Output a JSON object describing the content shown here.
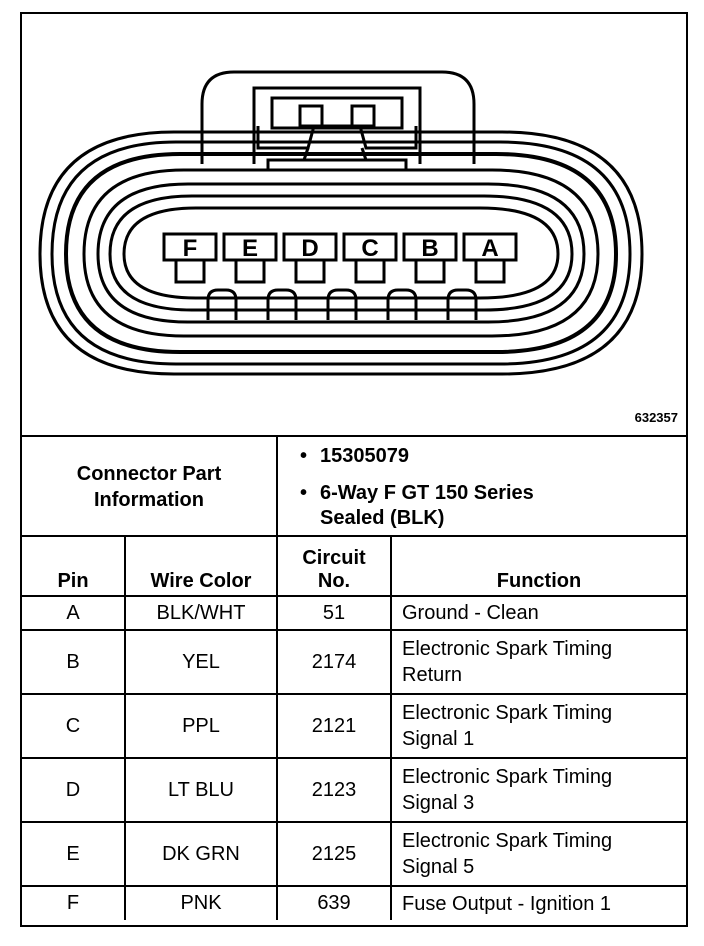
{
  "figure_id": "632357",
  "pins_on_connector": [
    "F",
    "E",
    "D",
    "C",
    "B",
    "A"
  ],
  "connector_info": {
    "label_line1": "Connector Part",
    "label_line2": "Information",
    "part_number": "15305079",
    "description_line1": "6-Way F GT 150 Series",
    "description_line2": "Sealed (BLK)"
  },
  "headers": {
    "pin": "Pin",
    "wire_color": "Wire Color",
    "circuit_line1": "Circuit",
    "circuit_line2": "No.",
    "function": "Function"
  },
  "rows": [
    {
      "pin": "A",
      "wire_color": "BLK/WHT",
      "circuit": "51",
      "function_line1": "Ground - Clean",
      "function_line2": ""
    },
    {
      "pin": "B",
      "wire_color": "YEL",
      "circuit": "2174",
      "function_line1": "Electronic Spark Timing",
      "function_line2": "Return"
    },
    {
      "pin": "C",
      "wire_color": "PPL",
      "circuit": "2121",
      "function_line1": "Electronic Spark Timing",
      "function_line2": "Signal 1"
    },
    {
      "pin": "D",
      "wire_color": "LT BLU",
      "circuit": "2123",
      "function_line1": "Electronic Spark Timing",
      "function_line2": "Signal 3"
    },
    {
      "pin": "E",
      "wire_color": "DK GRN",
      "circuit": "2125",
      "function_line1": "Electronic Spark Timing",
      "function_line2": "Signal 5"
    },
    {
      "pin": "F",
      "wire_color": "PNK",
      "circuit": "639",
      "function_line1": "Fuse Output - Ignition 1",
      "function_line2": ""
    }
  ]
}
